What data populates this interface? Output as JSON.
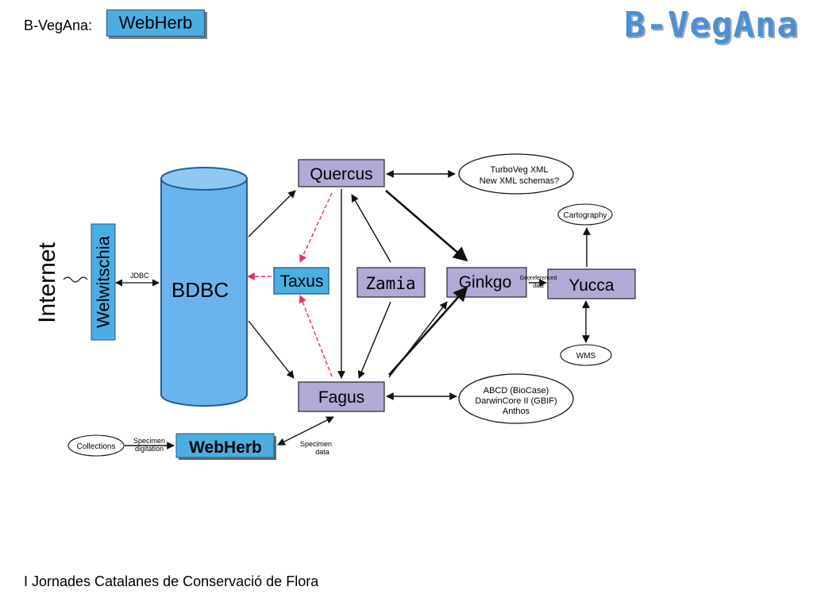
{
  "header": {
    "label": "B-VegAna:",
    "badge": "WebHerb",
    "logo": "B-VegAna"
  },
  "side_label": "Internet",
  "colors": {
    "node_fill": "#b2a9d6",
    "blue_fill": "#4aaee3",
    "cylinder_fill": "#6ab4ee",
    "arrow": "#111111",
    "dashed_arrow": "#e0306a",
    "logo": "#4d8fd4"
  },
  "nodes": {
    "bdbc": "BDBC",
    "welwitschia": "Welwitschia",
    "quercus": "Quercus",
    "taxus": "Taxus",
    "zamia": "Zamia",
    "ginkgo": "Ginkgo",
    "yucca": "Yucca",
    "fagus": "Fagus",
    "webherb": "WebHerb",
    "collections": "Collections",
    "cartography": "Cartography",
    "wms": "WMS"
  },
  "ellipses": {
    "turboveg": [
      "TurboVeg XML",
      "New XML schemas?"
    ],
    "abcd": [
      "ABCD (BioCase)",
      "DarwinCore II (GBIF)",
      "Anthos"
    ]
  },
  "labels": {
    "jdbc": "JDBC",
    "georeferenced": [
      "Georeferenced",
      "data"
    ],
    "specimen_digitization": [
      "Specimen",
      "digitation"
    ],
    "specimen_data": [
      "Specimen",
      "data"
    ]
  },
  "footer": "I Jornades Catalanes de Conservació de Flora"
}
